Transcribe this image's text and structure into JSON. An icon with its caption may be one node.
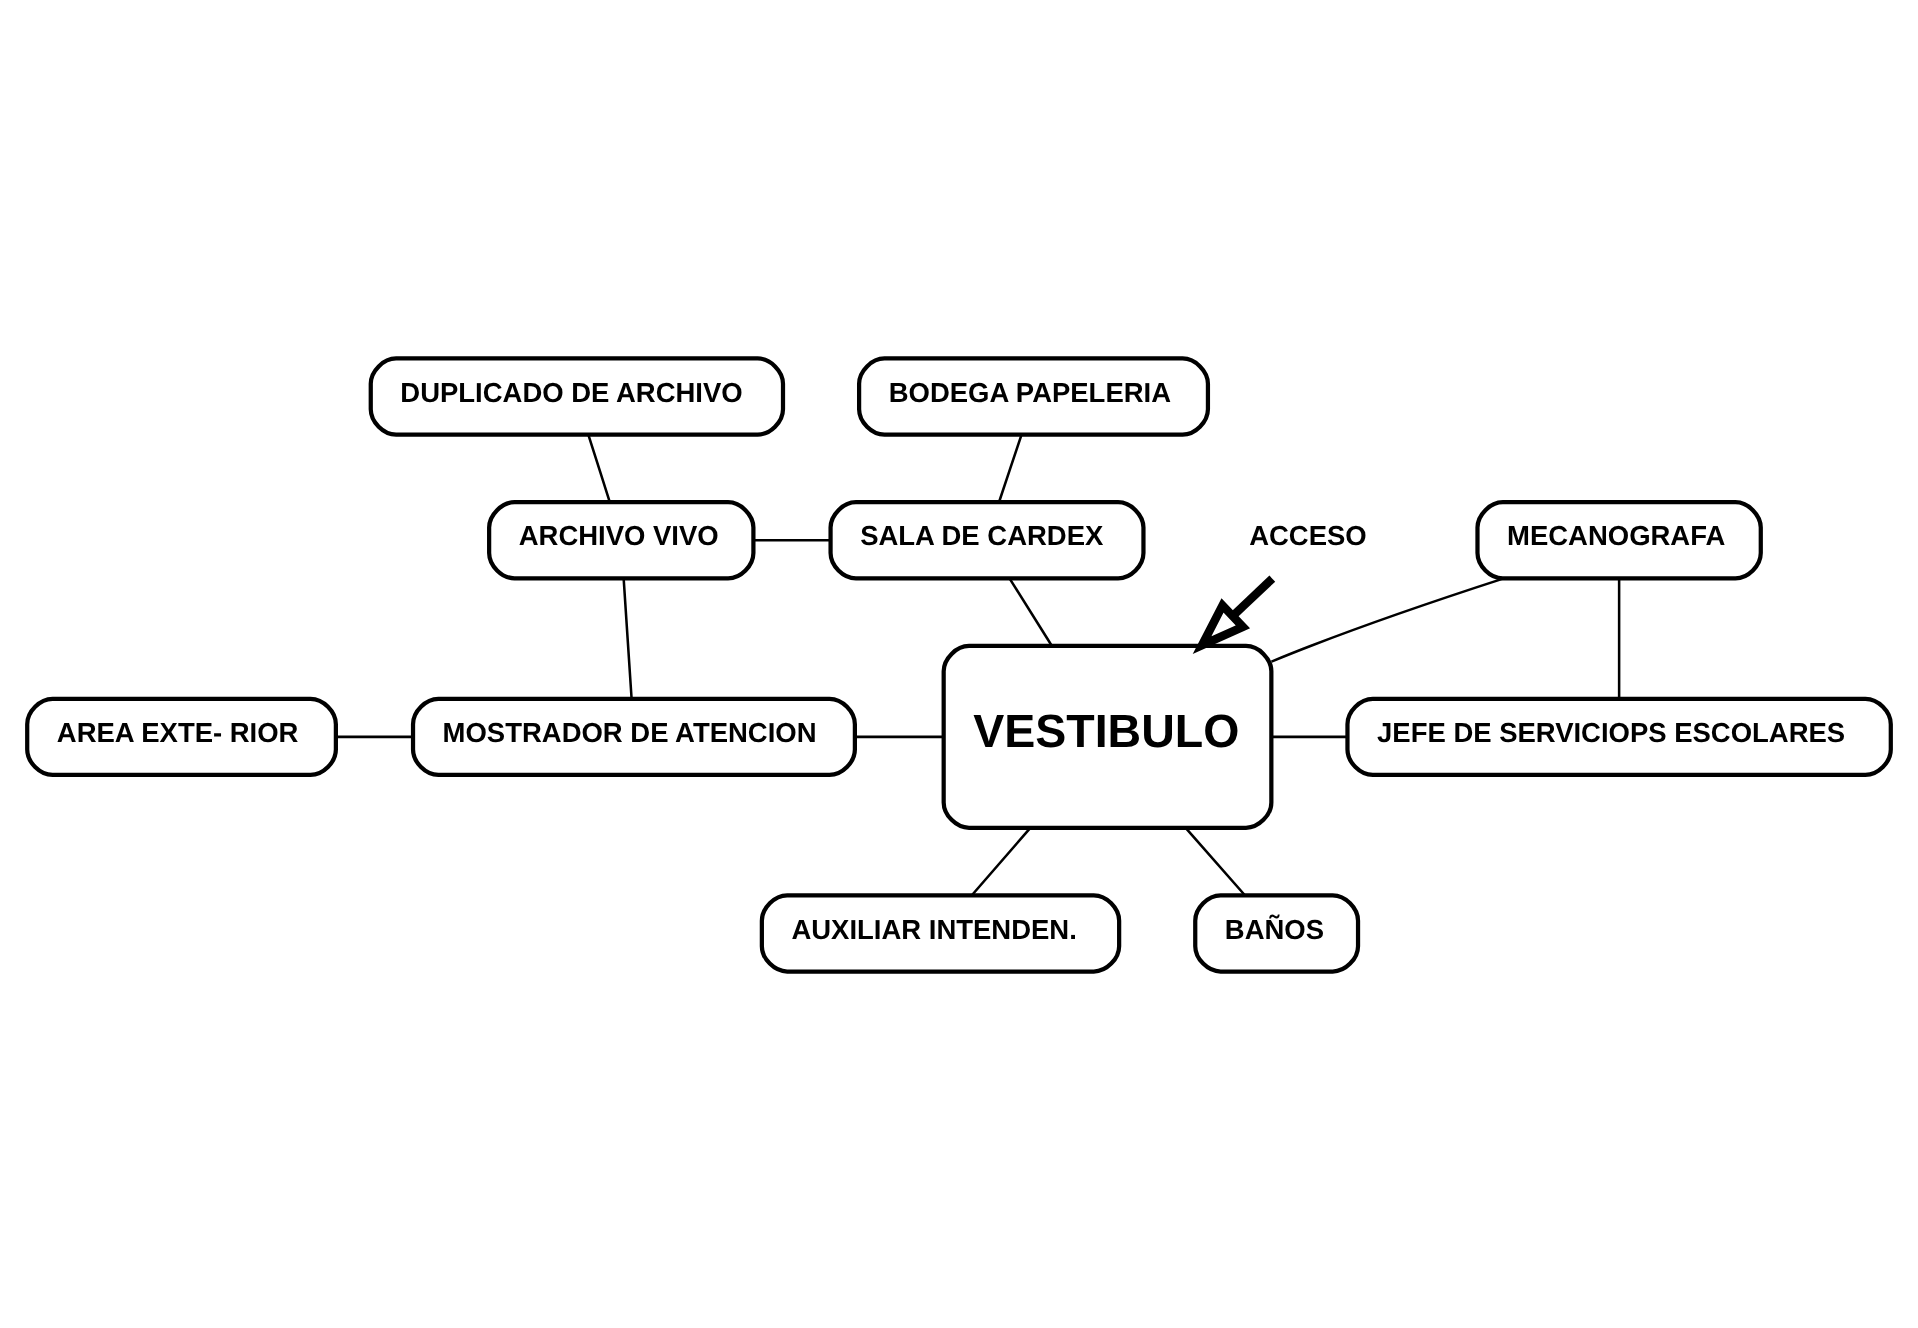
{
  "diagram": {
    "nodes": [
      {
        "text": [
          "DUPLICADO DE ARCHIVO"
        ]
      },
      {
        "text": [
          "BODEGA PAPELERIA"
        ]
      },
      {
        "text": [
          "ARCHIVO VIVO"
        ]
      },
      {
        "text": [
          "SALA DE CARDEX"
        ]
      },
      {
        "text": [
          "MECANOGRAFA"
        ]
      },
      {
        "text": [
          "AREA EXTE- RIOR"
        ]
      },
      {
        "text": [
          "MOSTRADOR DE ATENCION"
        ]
      },
      {
        "text": [
          "VESTIBULO"
        ]
      },
      {
        "text": [
          "JEFE DE SERVICIOPS ESCOLARES"
        ]
      },
      {
        "text": [
          "AUXILIAR INTENDEN."
        ]
      },
      {
        "text": [
          "BAÑOS"
        ]
      },
      {
        "text": [
          "ACCESO"
        ]
      }
    ],
    "edges": [
      {
        "from": 0,
        "to": 2,
        "arrow": "none"
      },
      {
        "from": 1,
        "to": 3,
        "arrow": "none"
      },
      {
        "from": 2,
        "to": 3,
        "arrow": "none"
      },
      {
        "from": 2,
        "to": 6,
        "arrow": "none"
      },
      {
        "from": 3,
        "to": 7,
        "arrow": "none"
      },
      {
        "from": 5,
        "to": 6,
        "arrow": "none"
      },
      {
        "from": 6,
        "to": 7,
        "arrow": "none"
      },
      {
        "from": 7,
        "to": 4,
        "arrow": "none"
      },
      {
        "from": 7,
        "to": 8,
        "arrow": "none"
      },
      {
        "from": 4,
        "to": 8,
        "arrow": "none"
      },
      {
        "from": 7,
        "to": 9,
        "arrow": "none"
      },
      {
        "from": 7,
        "to": 10,
        "arrow": "none"
      },
      {
        "from": 11,
        "to": 7,
        "arrow": "to",
        "style": "thick"
      }
    ]
  }
}
